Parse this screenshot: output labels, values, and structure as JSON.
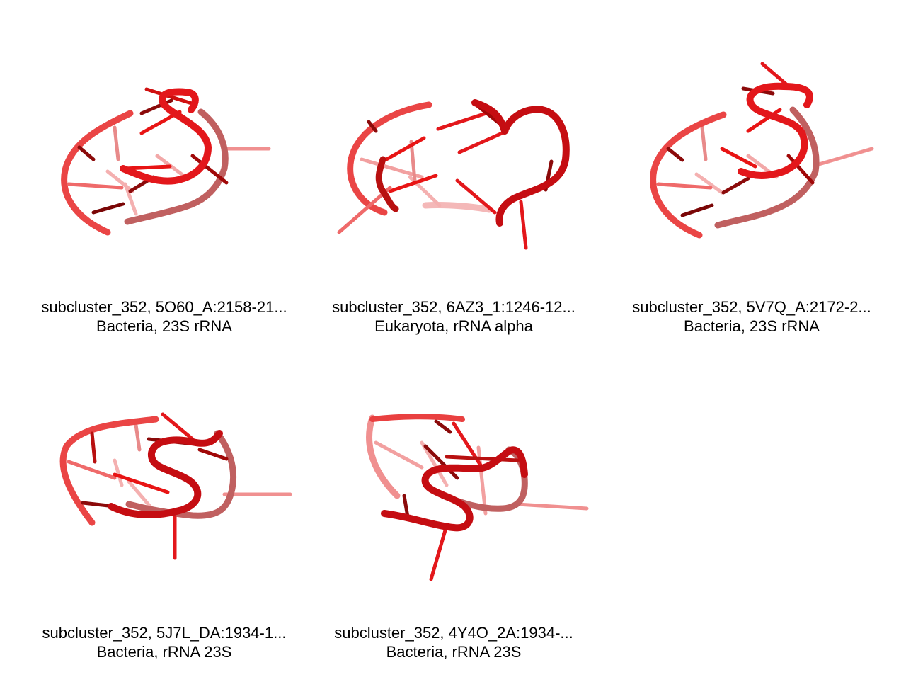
{
  "panels": [
    {
      "title": "subcluster_352, 5O60_A:2158-21...",
      "subtitle": "Bacteria, 23S rRNA"
    },
    {
      "title": "subcluster_352, 6AZ3_1:1246-12...",
      "subtitle": "Eukaryota, rRNA alpha"
    },
    {
      "title": "subcluster_352, 5V7Q_A:2172-2...",
      "subtitle": "Bacteria, 23S rRNA"
    },
    {
      "title": "subcluster_352, 5J7L_DA:1934-1...",
      "subtitle": "Bacteria, rRNA 23S"
    },
    {
      "title": "subcluster_352, 4Y4O_2A:1934-...",
      "subtitle": "Bacteria, rRNA 23S"
    }
  ],
  "colors": {
    "backbone_light": "#f07070",
    "backbone": "#e8262a",
    "backbone_dark": "#8b0a0a",
    "base_light": "#f4a0a0",
    "base": "#e81414",
    "base_dark": "#7a0606"
  }
}
